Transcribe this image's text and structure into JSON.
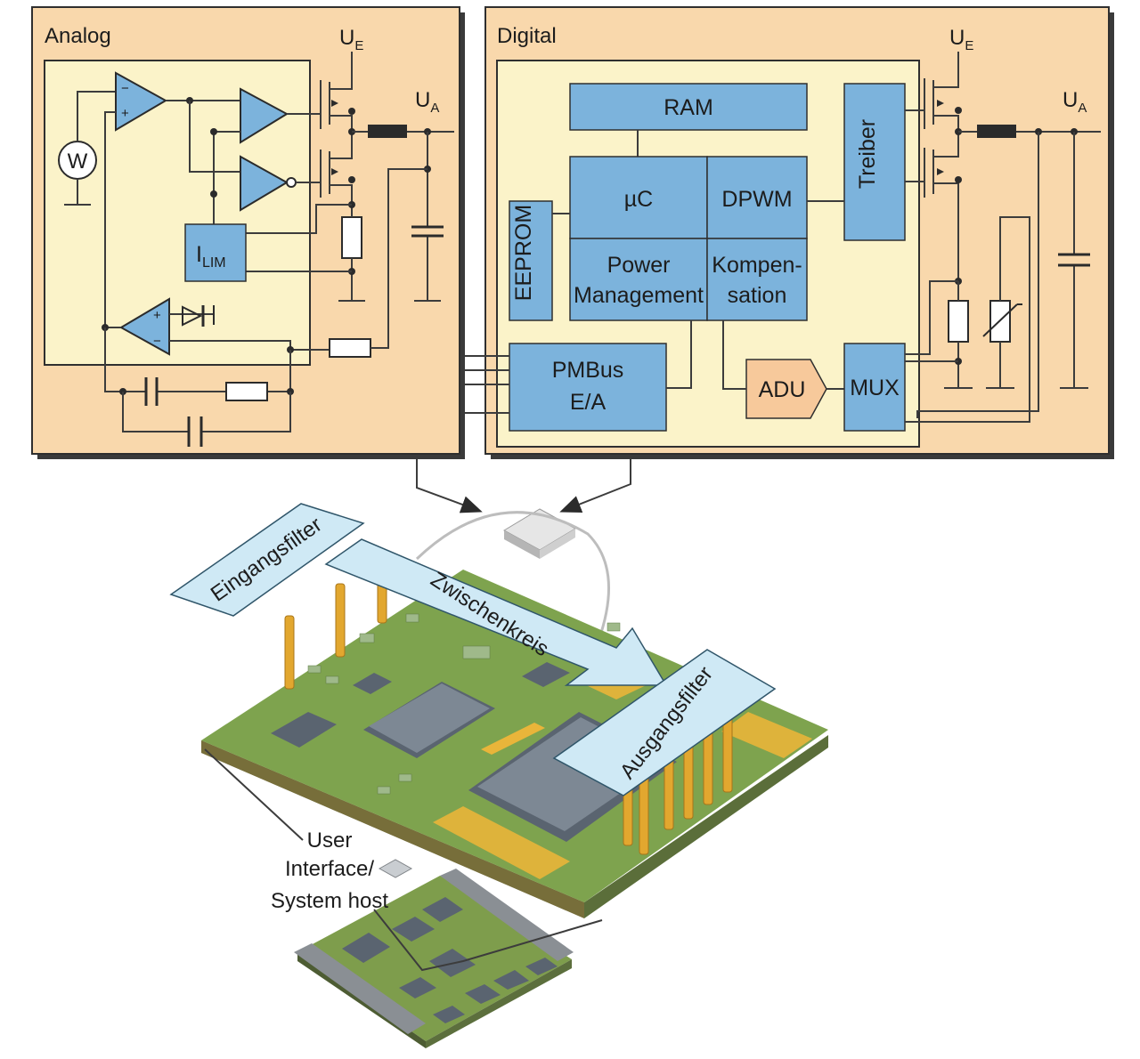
{
  "panels": {
    "analog": {
      "title": "Analog",
      "ue": "U",
      "ue_sub": "E",
      "ua": "U",
      "ua_sub": "A",
      "ilim": "I",
      "ilim_sub": "LIM",
      "meter": "W",
      "opamp_minus": "−",
      "opamp_plus": "+"
    },
    "digital": {
      "title": "Digital",
      "ue": "U",
      "ue_sub": "E",
      "ua": "U",
      "ua_sub": "A",
      "blocks": {
        "ram": "RAM",
        "uc": "µC",
        "dpwm": "DPWM",
        "treiber": "Treiber",
        "eeprom": "EEPROM",
        "power_mgmt_1": "Power",
        "power_mgmt_2": "Management",
        "komp_1": "Kompen-",
        "komp_2": "sation",
        "pmbus_1": "PMBus",
        "pmbus_2": "E/A",
        "adu": "ADU",
        "mux": "MUX"
      }
    }
  },
  "board": {
    "labels": {
      "eingangsfilter": "Eingangsfilter",
      "zwischenkreis": "Zwischenkreis",
      "ausgangsfilter": "Ausgangsfilter",
      "user_1": "User",
      "user_2": "Interface/",
      "user_3": "System host"
    }
  },
  "colors": {
    "panel_fill": "#f9d8ac",
    "inner_fill": "#fbf3c9",
    "block_fill": "#7cb3dc",
    "adu_fill": "#f7c99b",
    "callout_fill": "#cfe9f5",
    "pcb_green": "#7ea34e",
    "gold": "#e2a72f"
  }
}
